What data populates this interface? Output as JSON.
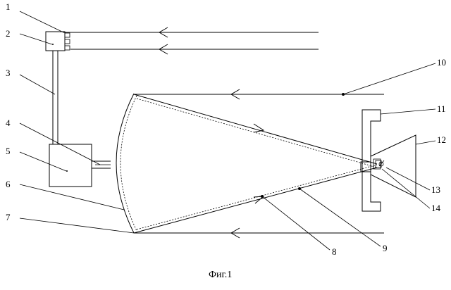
{
  "labels": {
    "l1": "1",
    "l2": "2",
    "l3": "3",
    "l4": "4",
    "l5": "5",
    "l6": "6",
    "l7": "7",
    "l8": "8",
    "l9": "9",
    "l10": "10",
    "l11": "11",
    "l12": "12",
    "l13": "13",
    "l14": "14"
  },
  "caption": "Фиг.1"
}
